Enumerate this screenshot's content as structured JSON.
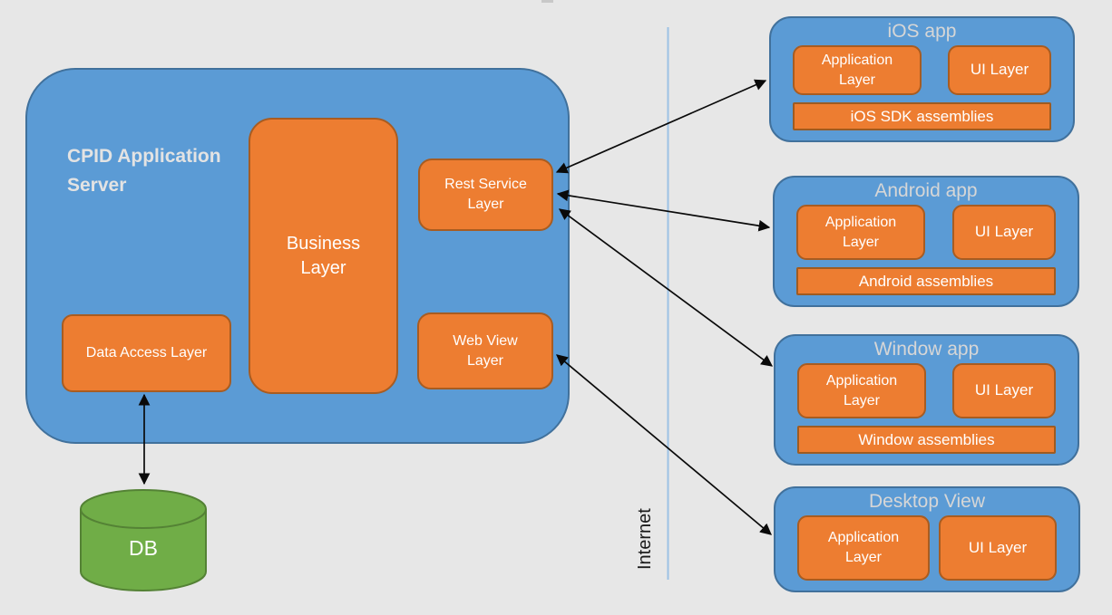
{
  "colors": {
    "panel_blue": "#5b9bd5",
    "panel_blue_border": "#41719c",
    "box_orange": "#ed7d31",
    "box_orange_border": "#9e5b21",
    "db_green": "#70ad47",
    "db_green_border": "#548235",
    "background": "#e7e7e7",
    "internet_line": "#9cc2e5",
    "arrow": "#000000"
  },
  "server": {
    "title": "CPID Application Server",
    "business_layer": "Business Layer",
    "rest_service_layer": "Rest Service Layer",
    "web_view_layer": "Web View Layer",
    "data_access_layer": "Data Access Layer"
  },
  "database": {
    "label": "DB"
  },
  "network": {
    "label": "Internet"
  },
  "apps": [
    {
      "title": "iOS app",
      "application_layer": "Application Layer",
      "ui_layer": "UI Layer",
      "assemblies": "iOS SDK assemblies"
    },
    {
      "title": "Android app",
      "application_layer": "Application Layer",
      "ui_layer": "UI Layer",
      "assemblies": "Android assemblies"
    },
    {
      "title": "Window app",
      "application_layer": "Application Layer",
      "ui_layer": "UI Layer",
      "assemblies": "Window assemblies"
    },
    {
      "title": "Desktop View",
      "application_layer": "Application Layer",
      "ui_layer": "UI Layer"
    }
  ],
  "connections": [
    {
      "from": "rest-service-layer",
      "to": "ios-app",
      "bidirectional": true
    },
    {
      "from": "rest-service-layer",
      "to": "android-app",
      "bidirectional": true
    },
    {
      "from": "rest-service-layer",
      "to": "window-app",
      "bidirectional": true
    },
    {
      "from": "web-view-layer",
      "to": "desktop-view",
      "bidirectional": true
    },
    {
      "from": "data-access-layer",
      "to": "db",
      "bidirectional": true
    }
  ]
}
